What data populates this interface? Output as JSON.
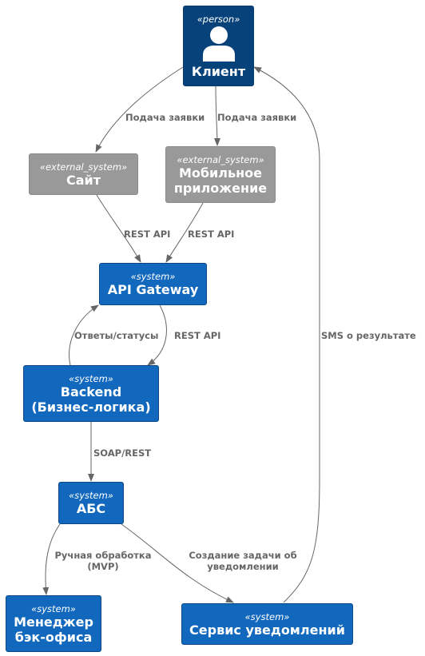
{
  "colors": {
    "person": "#08427b",
    "system": "#1168bd",
    "external_system": "#999999",
    "edge": "#666666",
    "label": "#666666"
  },
  "nodes": {
    "client": {
      "stereotype": "«person»",
      "title": "Клиент",
      "icon": "person-icon"
    },
    "site": {
      "stereotype": "«external_system»",
      "title": "Сайт"
    },
    "mobile_app": {
      "stereotype": "«external_system»",
      "title": "Мобильное\nприложение"
    },
    "api_gateway": {
      "stereotype": "«system»",
      "title": "API Gateway"
    },
    "backend": {
      "stereotype": "«system»",
      "title": "Backend\n(Бизнес-логика)"
    },
    "abs": {
      "stereotype": "«system»",
      "title": "АБС"
    },
    "manager": {
      "stereotype": "«system»",
      "title": "Менеджер\nбэк-офиса"
    },
    "notifications": {
      "stereotype": "«system»",
      "title": "Сервис уведомлений"
    }
  },
  "edges": {
    "client_site": "Подача заявки",
    "client_mobile": "Подача заявки",
    "site_gateway": "REST API",
    "mobile_gateway": "REST API",
    "backend_gateway": "Ответы/статусы",
    "gateway_backend": "REST API",
    "backend_abs": "SOAP/REST",
    "abs_manager": "Ручная обработка\n(MVP)",
    "abs_notifications": "Создание задачи об\nуведомлении",
    "notifications_client": "SMS о результате"
  }
}
